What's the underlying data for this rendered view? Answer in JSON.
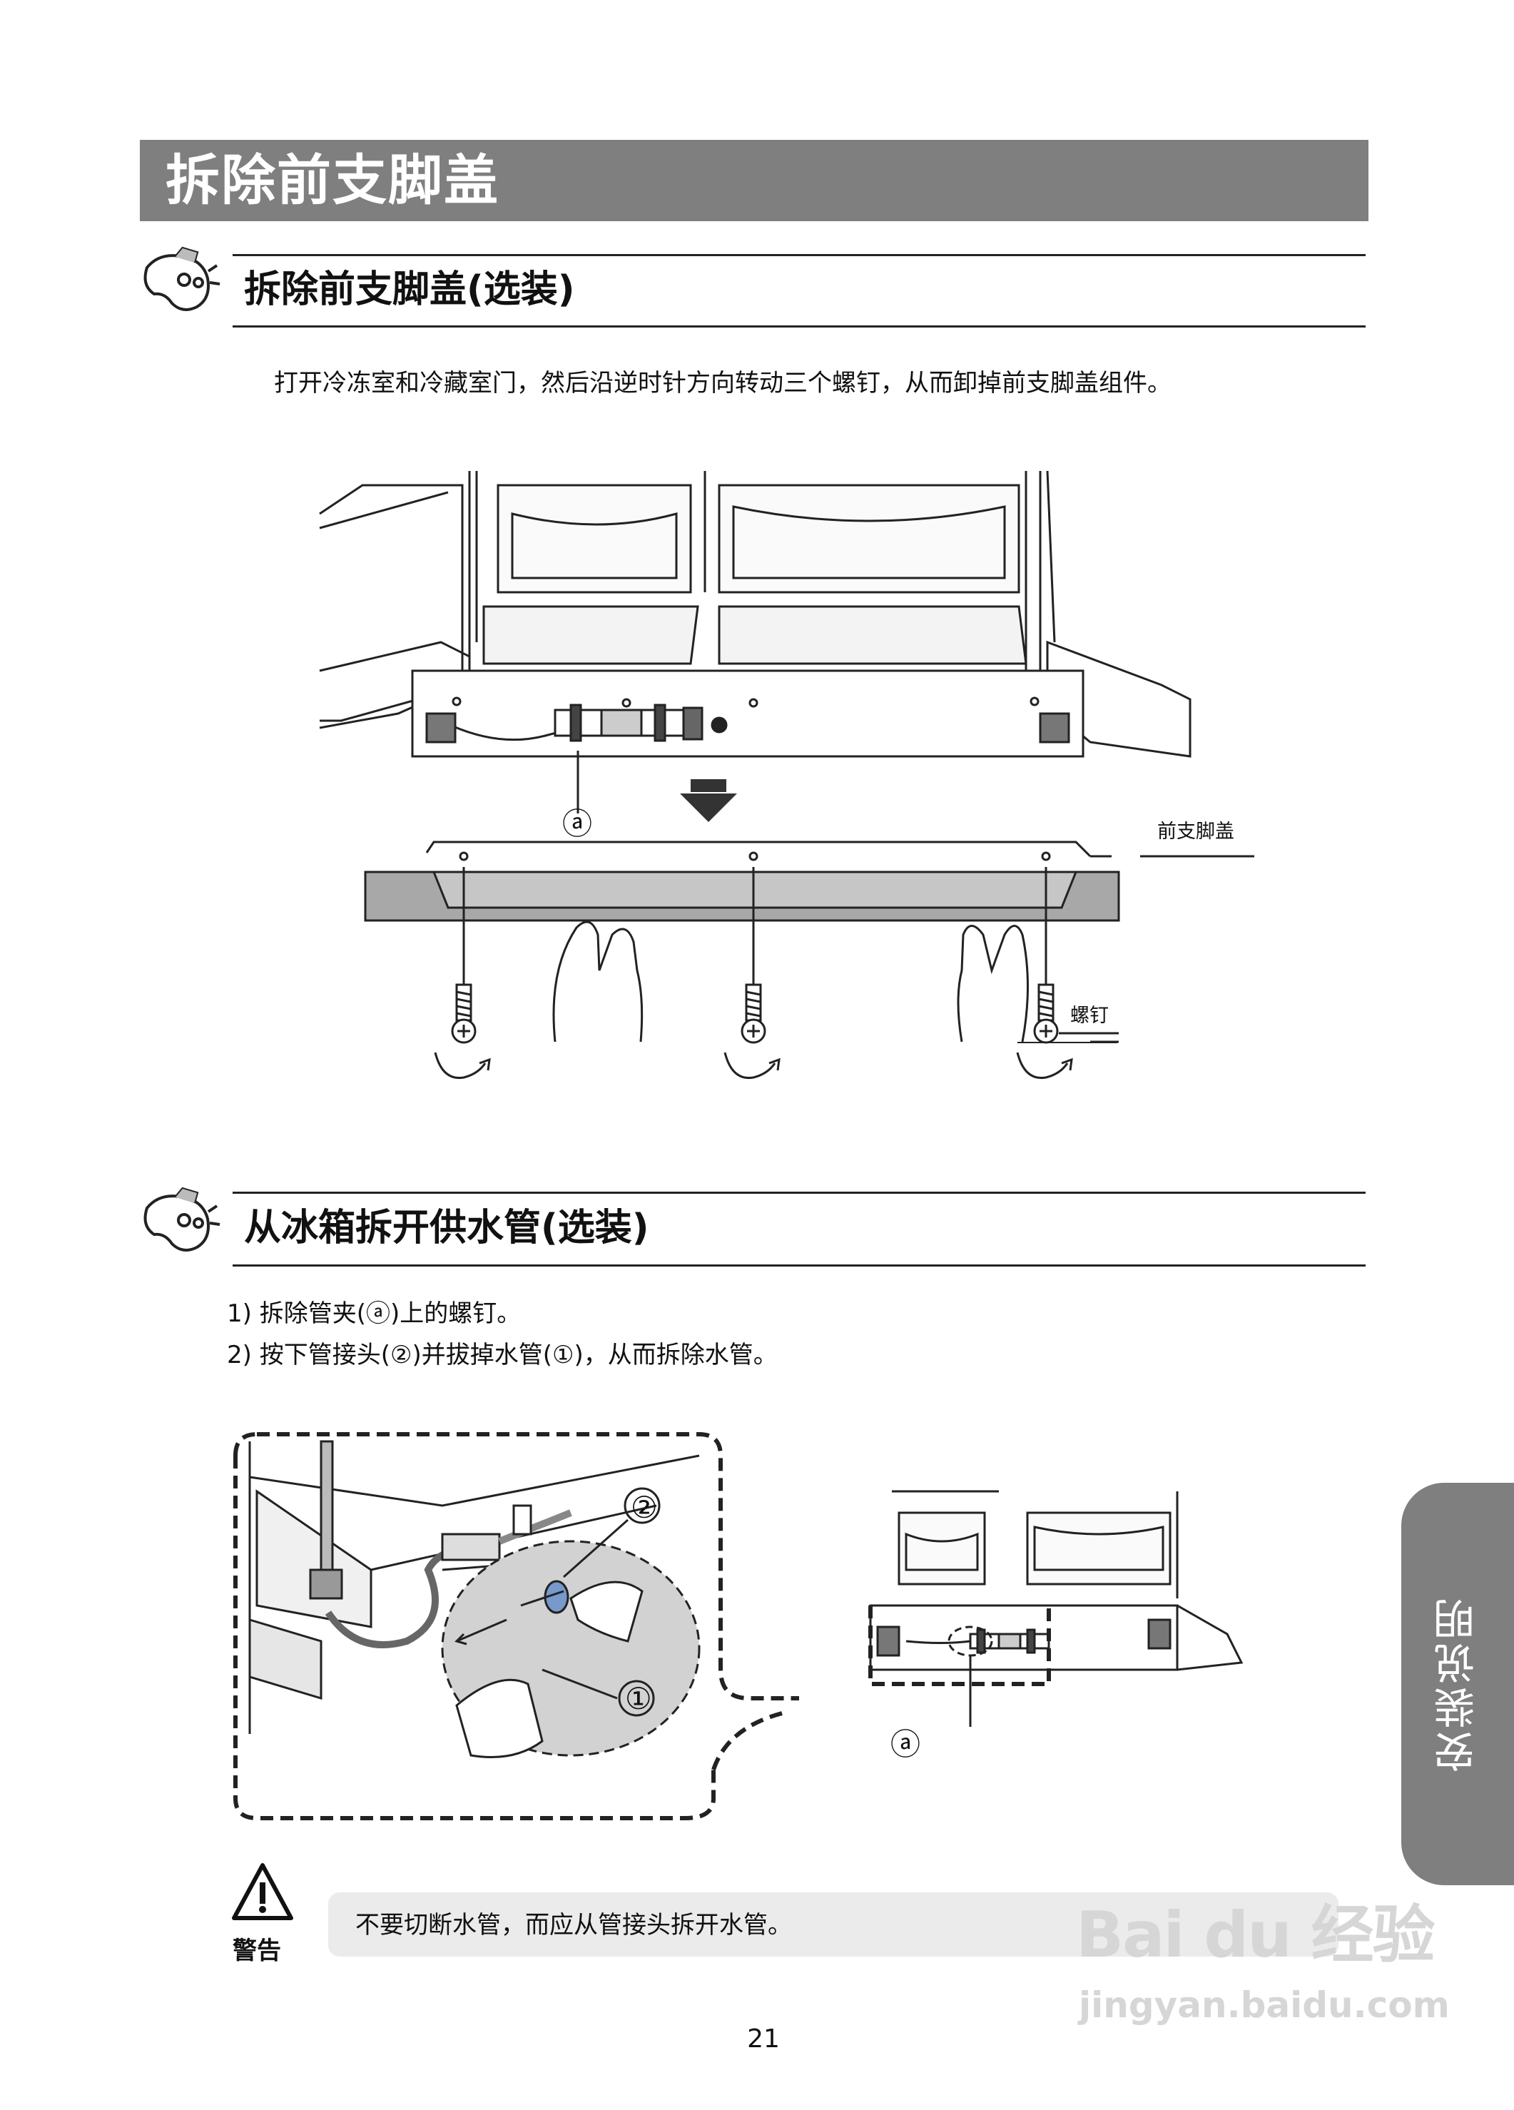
{
  "header": {
    "title": "拆除前支脚盖"
  },
  "section1": {
    "title": "拆除前支脚盖(选装)",
    "instruction": "打开冷冻室和冷藏室门，然后沿逆时针方向转动三个螺钉，从而卸掉前支脚盖组件。",
    "figure": {
      "callout_a": "ⓐ",
      "cover_label": "前支脚盖",
      "screw_label": "螺钉"
    }
  },
  "section2": {
    "title": "从冰箱拆开供水管(选装)",
    "steps": [
      "1) 拆除管夹(ⓐ)上的螺钉。",
      "2) 按下管接头(②)并拔掉水管(①)，从而拆除水管。"
    ],
    "figure": {
      "callout_1": "①",
      "callout_2": "②",
      "callout_a": "ⓐ"
    }
  },
  "warning": {
    "label": "警告",
    "text": "不要切断水管，而应从管接头拆开水管。"
  },
  "side_tab": {
    "label": "安装说明"
  },
  "page_number": "21",
  "watermark": {
    "brand": "Bai du 经验",
    "url": "jingyan.baidu.com"
  },
  "icons": [
    "mascot-icon",
    "warning-triangle-icon",
    "arrow-down-icon",
    "screw-icon",
    "rotate-arrow-icon"
  ]
}
